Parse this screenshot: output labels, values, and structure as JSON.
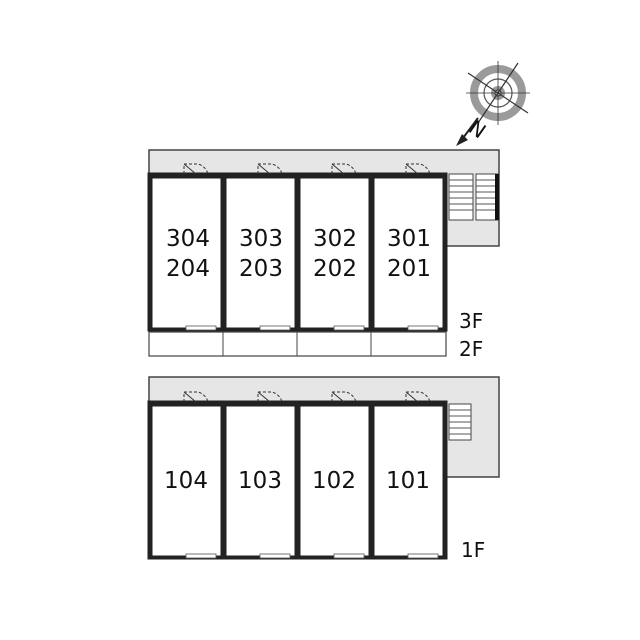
{
  "colors": {
    "corridor": "#e6e6e6",
    "wall": "#222222",
    "room_fill": "#ffffff",
    "text": "#111111",
    "compass_ring": "#9a9a9a"
  },
  "compass": {
    "icon": "compass-rose-icon",
    "label": "N"
  },
  "upper_block": {
    "units": [
      {
        "top": "304",
        "bottom": "204"
      },
      {
        "top": "303",
        "bottom": "203"
      },
      {
        "top": "302",
        "bottom": "202"
      },
      {
        "top": "301",
        "bottom": "201"
      }
    ],
    "floor_labels": [
      "3F",
      "2F"
    ]
  },
  "lower_block": {
    "units": [
      "104",
      "103",
      "102",
      "101"
    ],
    "floor_label": "1F"
  }
}
